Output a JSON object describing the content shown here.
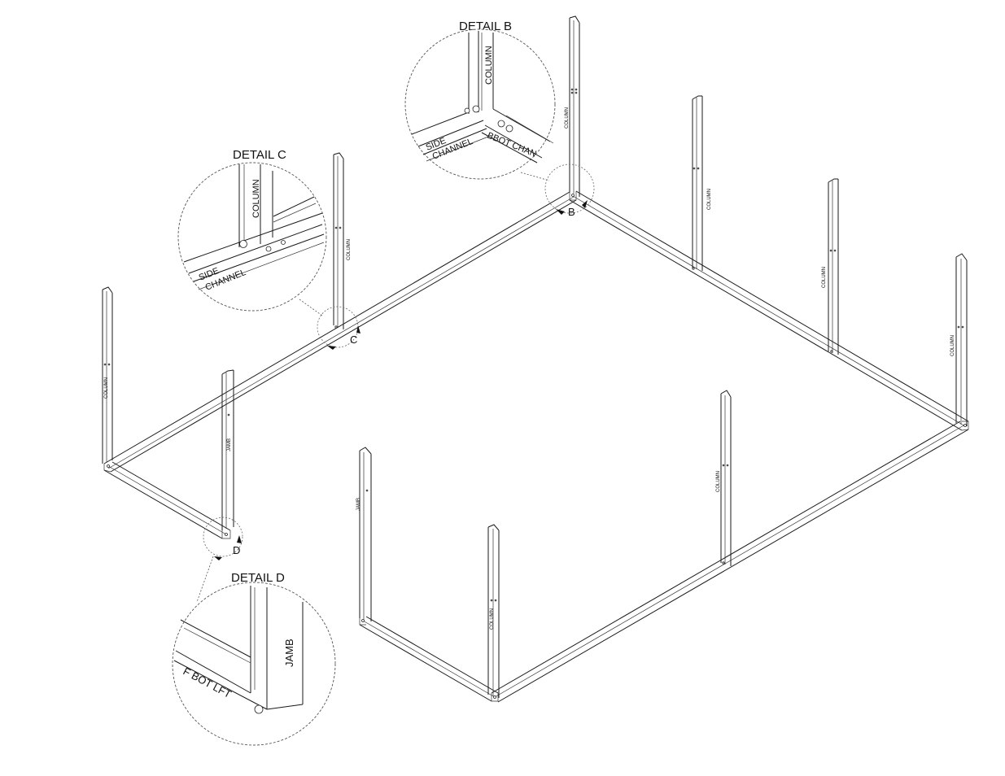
{
  "details": [
    {
      "id": "B",
      "title": "DETAIL  B",
      "callout": "B",
      "labels": [
        "COLUMN",
        "SIDE",
        "CHANNEL",
        "BBOT CHAN"
      ]
    },
    {
      "id": "C",
      "title": "DETAIL  C",
      "callout": "C",
      "labels": [
        "COLUMN",
        "SIDE",
        "CHANNEL"
      ]
    },
    {
      "id": "D",
      "title": "DETAIL  D",
      "callout": "D",
      "labels": [
        "JAMB",
        "F BOT LFT"
      ]
    }
  ],
  "members": {
    "column": "COLUMN",
    "jamb": "JAMB"
  }
}
